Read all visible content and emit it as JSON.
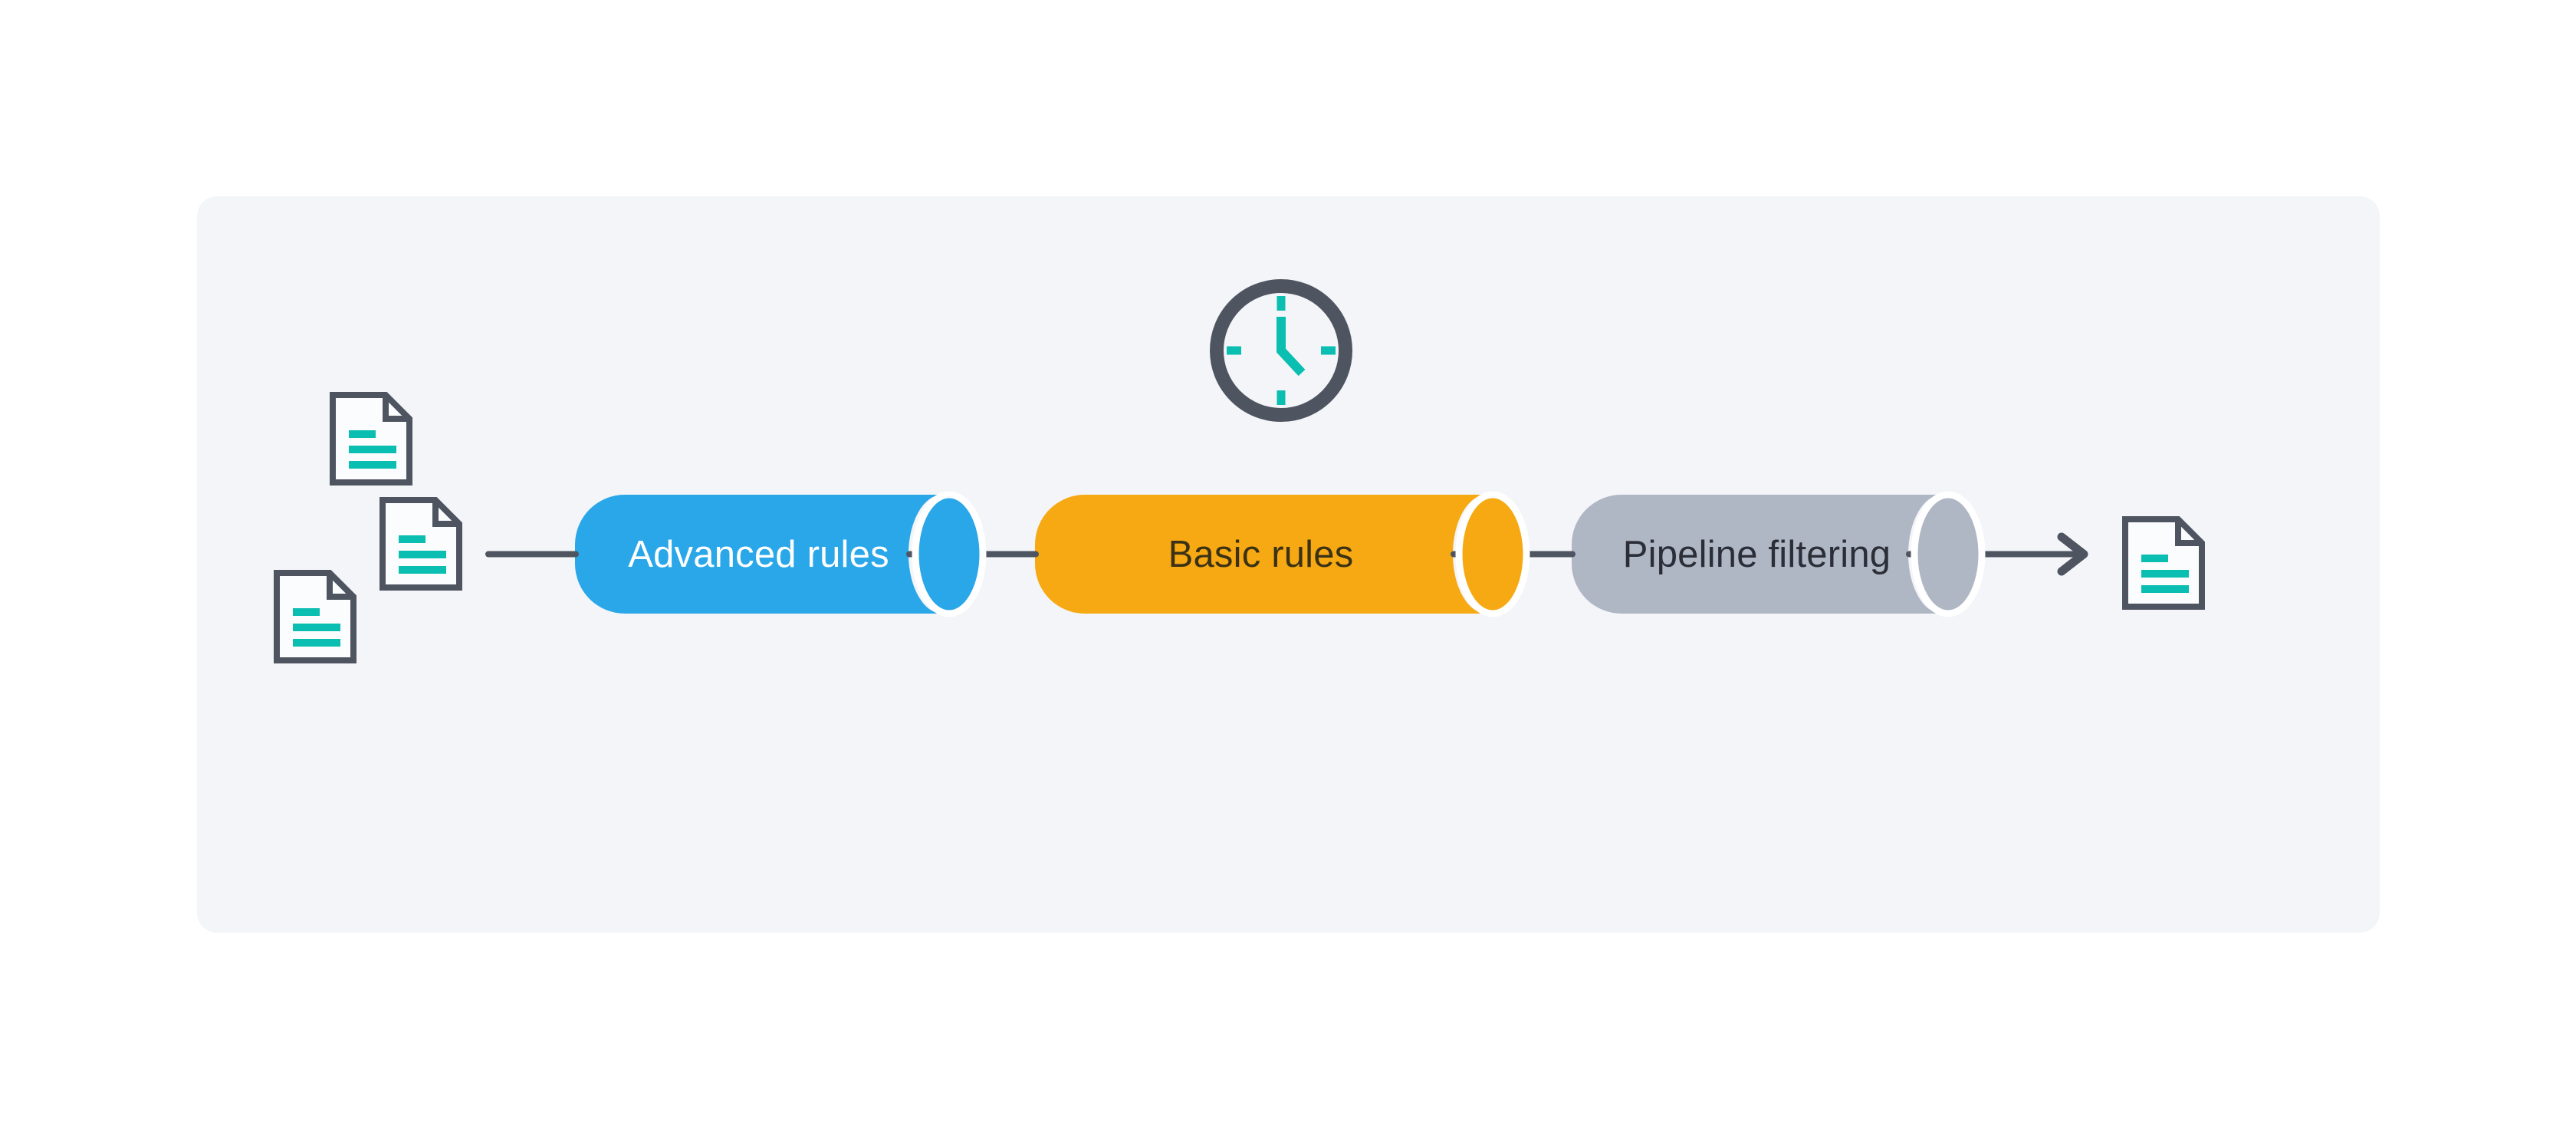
{
  "colors": {
    "page-bg": "#ffffff",
    "panel-bg": "#f4f5f8",
    "ink": "#4e5561",
    "teal": "#0abeb1",
    "doc-fill": "#fbfcfd",
    "cap-gap": "#ffffff"
  },
  "flow": {
    "stages": [
      {
        "label": "Advanced rules",
        "color": "#2aa7e8",
        "text_color": "#ffffff"
      },
      {
        "label": "Basic rules",
        "color": "#f6a912",
        "text_color": "#3b3216"
      },
      {
        "label": "Pipeline filtering",
        "color": "#afb6c4",
        "text_color": "#2b2e37"
      }
    ]
  },
  "icons": {
    "input_documents": [
      "document-icon",
      "document-icon",
      "document-icon"
    ],
    "clock": "clock-icon",
    "output_document": "document-icon",
    "arrow": "arrow-right-icon"
  }
}
